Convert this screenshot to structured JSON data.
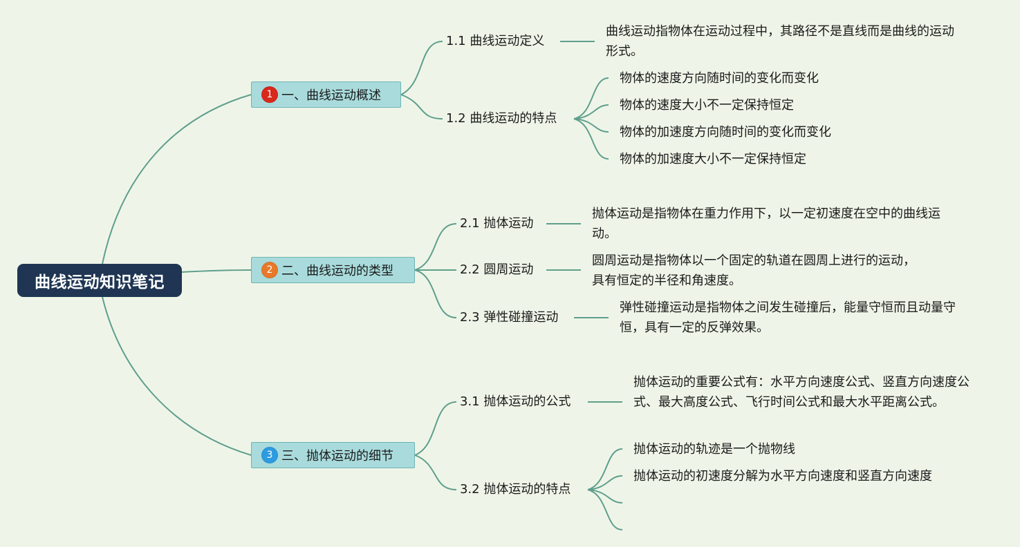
{
  "root": {
    "title": "曲线运动知识笔记"
  },
  "colors": {
    "background": "#eef5e8",
    "root": "#1f3553",
    "branch": "#a9dbdc",
    "link": "#5f9e8c"
  },
  "branches": [
    {
      "marker": "1",
      "marker_color": "#d8291b",
      "label": "一、曲线运动概述",
      "children": [
        {
          "label": "1.1 曲线运动定义",
          "leaves": [
            "曲线运动指物体在运动过程中，其路径不是直线而是曲线的运动形式。"
          ]
        },
        {
          "label": "1.2 曲线运动的特点",
          "leaves": [
            "物体的速度方向随时间的变化而变化",
            "物体的速度大小不一定保持恒定",
            "物体的加速度方向随时间的变化而变化",
            "物体的加速度大小不一定保持恒定"
          ]
        }
      ]
    },
    {
      "marker": "2",
      "marker_color": "#e8792a",
      "label": "二、曲线运动的类型",
      "children": [
        {
          "label": "2.1 抛体运动",
          "leaves": [
            "抛体运动是指物体在重力作用下，以一定初速度在空中的曲线运动。"
          ]
        },
        {
          "label": "2.2 圆周运动",
          "leaves": [
            "圆周运动是指物体以一个固定的轨道在圆周上进行的运动，具有恒定的半径和角速度。"
          ]
        },
        {
          "label": "2.3 弹性碰撞运动",
          "leaves": [
            "弹性碰撞运动是指物体之间发生碰撞后，能量守恒而且动量守恒，具有一定的反弹效果。"
          ]
        }
      ]
    },
    {
      "marker": "3",
      "marker_color": "#2d9be0",
      "label": "三、抛体运动的细节",
      "children": [
        {
          "label": "3.1 抛体运动的公式",
          "leaves": [
            "抛体运动的重要公式有：水平方向速度公式、竖直方向速度公式、最大高度公式、飞行时间公式和最大水平距离公式。"
          ]
        },
        {
          "label": "3.2 抛体运动的特点",
          "leaves": [
            "抛体运动的轨迹是一个抛物线",
            "抛体运动的初速度分解为水平方向速度和竖直方向速度",
            "",
            ""
          ]
        }
      ]
    }
  ]
}
